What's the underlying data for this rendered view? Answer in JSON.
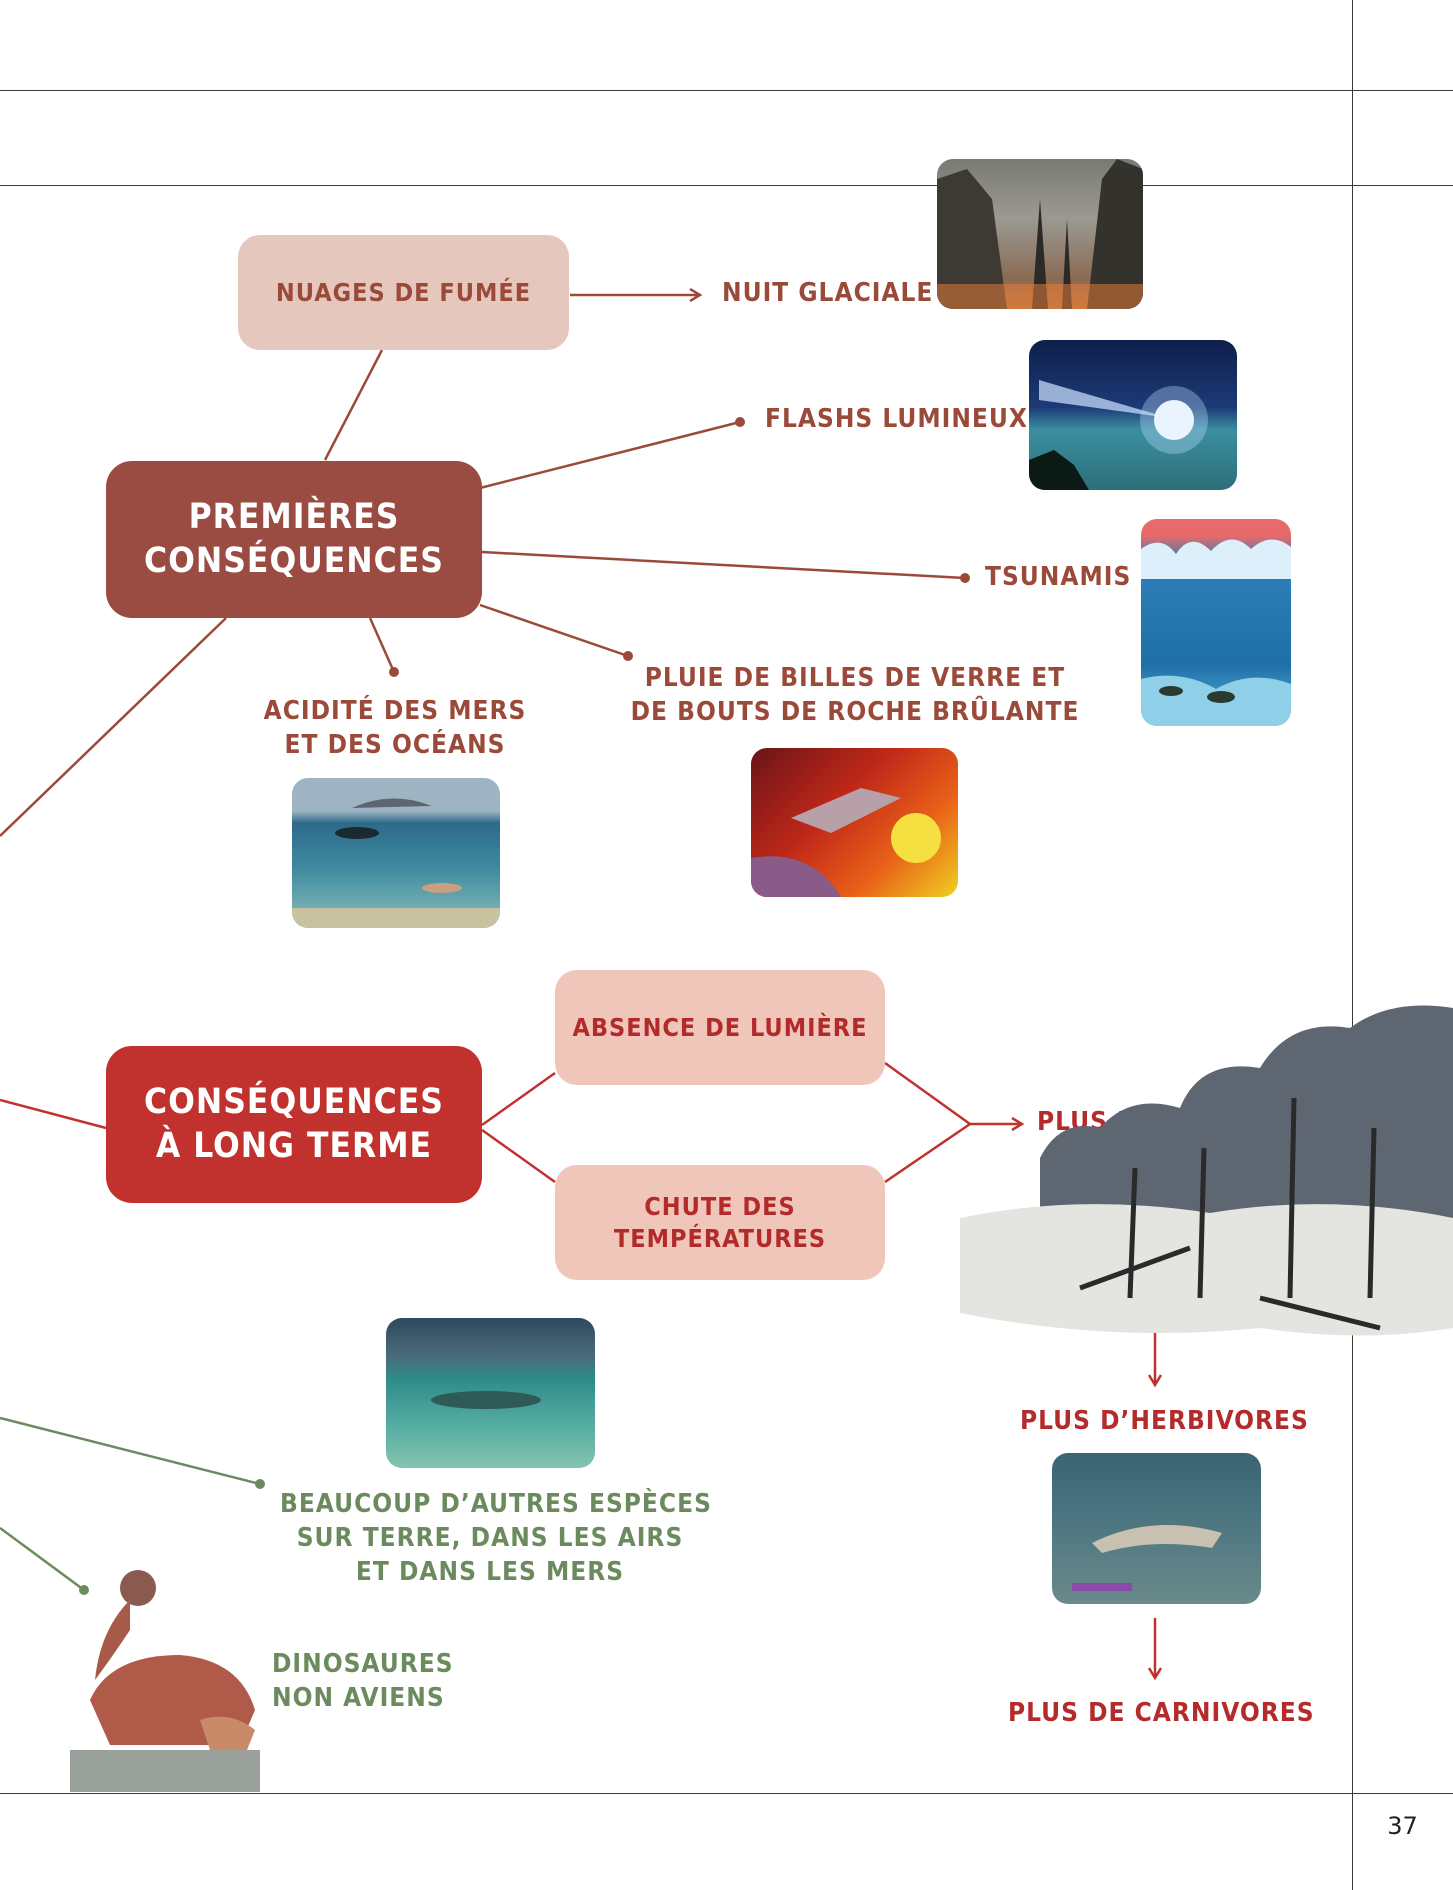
{
  "page_number": "37",
  "nodes": {
    "nuages": "NUAGES DE FUMÉE",
    "premieres_1": "PREMIÈRES",
    "premieres_2": "CONSÉQUENCES",
    "long_terme_1": "CONSÉQUENCES",
    "long_terme_2": "À LONG TERME",
    "absence": "ABSENCE DE LUMIÈRE",
    "chute_1": "CHUTE DES",
    "chute_2": "TEMPÉRATURES"
  },
  "labels": {
    "nuit": "NUIT GLACIALE",
    "flashs": "FLASHS LUMINEUX",
    "tsunamis": "TSUNAMIS",
    "acidite_1": "ACIDITÉ DES MERS",
    "acidite_2": "ET DES OCÉANS",
    "pluie_1": "PLUIE DE BILLES DE VERRE ET",
    "pluie_2": "DE BOUTS DE ROCHE BRÛLANTE",
    "plantes": "PLUS DE PLANTES",
    "herbivores": "PLUS D’HERBIVORES",
    "carnivores": "PLUS DE CARNIVORES",
    "especes_1": "BEAUCOUP D’AUTRES ESPÈCES",
    "especes_2": "SUR TERRE, DANS LES AIRS",
    "especes_3": "ET DANS LES MERS",
    "dino_1": "DINOSAURES",
    "dino_2": "NON AVIENS"
  },
  "colors": {
    "brown": "#9a4c42",
    "red": "#c1312e",
    "light_box": "#e6c7bd",
    "pink_box": "#f1c6ba",
    "green": "#6b8a5e"
  }
}
